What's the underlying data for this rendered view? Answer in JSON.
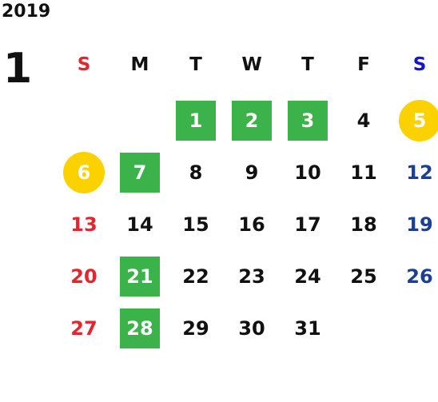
{
  "calendar": {
    "year": "2019",
    "month": "1",
    "weekdays": [
      "S",
      "M",
      "T",
      "W",
      "T",
      "F",
      "S"
    ],
    "weeks": [
      [
        null,
        null,
        {
          "d": "1",
          "s": "green"
        },
        {
          "d": "2",
          "s": "green"
        },
        {
          "d": "3",
          "s": "green"
        },
        {
          "d": "4",
          "s": ""
        },
        {
          "d": "5",
          "s": "yellow"
        }
      ],
      [
        {
          "d": "6",
          "s": "yellow"
        },
        {
          "d": "7",
          "s": "green"
        },
        {
          "d": "8",
          "s": ""
        },
        {
          "d": "9",
          "s": ""
        },
        {
          "d": "10",
          "s": ""
        },
        {
          "d": "11",
          "s": ""
        },
        {
          "d": "12",
          "s": ""
        }
      ],
      [
        {
          "d": "13",
          "s": ""
        },
        {
          "d": "14",
          "s": ""
        },
        {
          "d": "15",
          "s": ""
        },
        {
          "d": "16",
          "s": ""
        },
        {
          "d": "17",
          "s": ""
        },
        {
          "d": "18",
          "s": ""
        },
        {
          "d": "19",
          "s": ""
        }
      ],
      [
        {
          "d": "20",
          "s": ""
        },
        {
          "d": "21",
          "s": "green"
        },
        {
          "d": "22",
          "s": ""
        },
        {
          "d": "23",
          "s": ""
        },
        {
          "d": "24",
          "s": ""
        },
        {
          "d": "25",
          "s": ""
        },
        {
          "d": "26",
          "s": ""
        }
      ],
      [
        {
          "d": "27",
          "s": ""
        },
        {
          "d": "28",
          "s": "green"
        },
        {
          "d": "29",
          "s": ""
        },
        {
          "d": "30",
          "s": ""
        },
        {
          "d": "31",
          "s": ""
        },
        null,
        null
      ]
    ],
    "colors": {
      "sunday": "#e3262e",
      "saturday": "#1c3f94",
      "highlight_green": "#3cb24a",
      "highlight_yellow": "#fbd200"
    }
  }
}
